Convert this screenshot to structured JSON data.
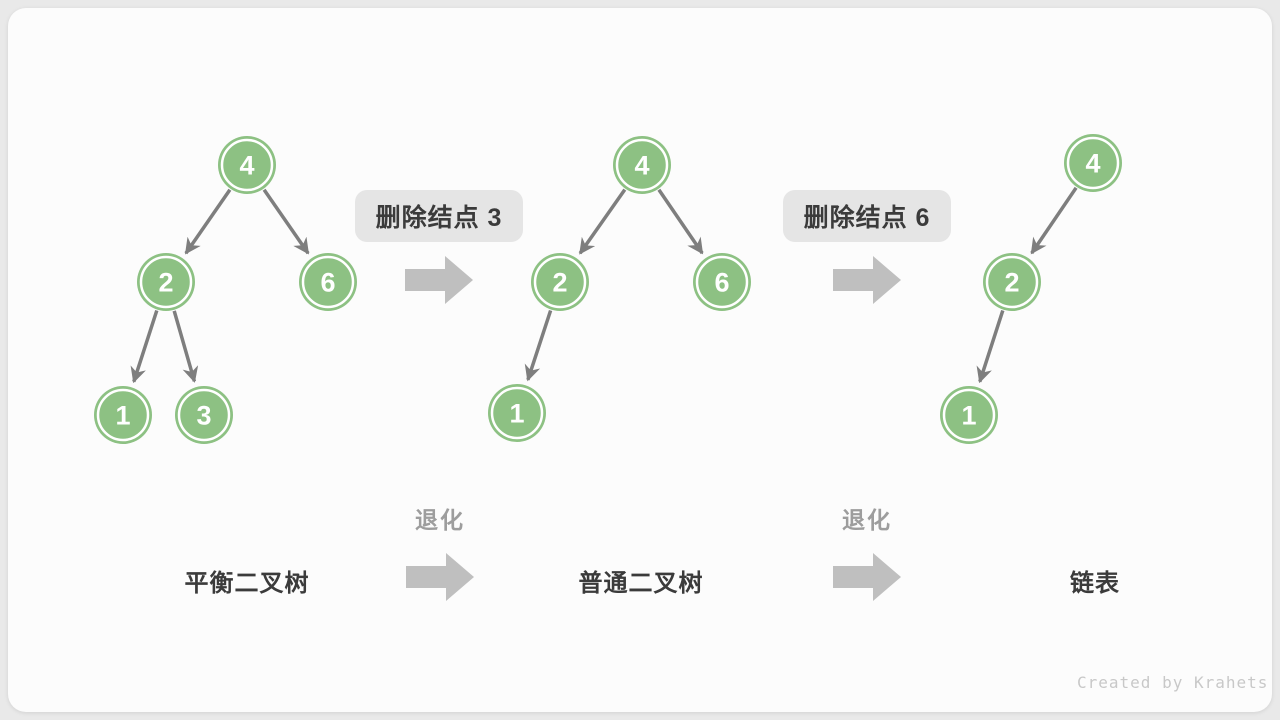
{
  "colors": {
    "page_bg": "#e9e9e9",
    "card_bg": "#fcfcfc",
    "node_fill": "#8dc183",
    "node_ring": "#ffffff",
    "node_text": "#ffffff",
    "edge_gray": "#7e7e7e",
    "block_arrow_gray": "#bfbfbf",
    "step_label_bg": "#e5e5e5",
    "dark_text": "#3b3b3b",
    "degrade_text": "#9d9d9d",
    "watermark_text": "#c8c8c8"
  },
  "steps": [
    {
      "label": "删除结点 3"
    },
    {
      "label": "删除结点 6"
    }
  ],
  "degrade": {
    "label": "退化"
  },
  "trees": [
    {
      "caption": "平衡二叉树",
      "nodes": [
        {
          "value": "4"
        },
        {
          "value": "2"
        },
        {
          "value": "6"
        },
        {
          "value": "1"
        },
        {
          "value": "3"
        }
      ],
      "edges": [
        [
          "4",
          "2"
        ],
        [
          "4",
          "6"
        ],
        [
          "2",
          "1"
        ],
        [
          "2",
          "3"
        ]
      ]
    },
    {
      "caption": "普通二叉树",
      "nodes": [
        {
          "value": "4"
        },
        {
          "value": "2"
        },
        {
          "value": "6"
        },
        {
          "value": "1"
        }
      ],
      "edges": [
        [
          "4",
          "2"
        ],
        [
          "4",
          "6"
        ],
        [
          "2",
          "1"
        ]
      ]
    },
    {
      "caption": "链表",
      "nodes": [
        {
          "value": "4"
        },
        {
          "value": "2"
        },
        {
          "value": "1"
        }
      ],
      "edges": [
        [
          "4",
          "2"
        ],
        [
          "2",
          "1"
        ]
      ]
    }
  ],
  "watermark": "Created by Krahets"
}
